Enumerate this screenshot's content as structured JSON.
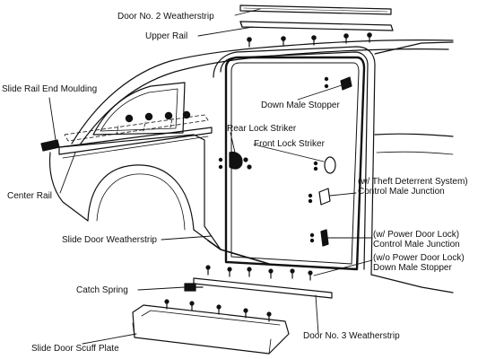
{
  "diagram": {
    "labels": {
      "door_no2_weatherstrip": "Door No. 2 Weatherstrip",
      "upper_rail": "Upper Rail",
      "slide_rail_end_moulding": "Slide Rail End Moulding",
      "down_male_stopper": "Down Male Stopper",
      "rear_lock_striker": "Rear Lock Striker",
      "front_lock_striker": "Front Lock Striker",
      "center_rail": "Center Rail",
      "theft_deterrent_line1": "(w/ Theft Deterrent System)",
      "theft_deterrent_line2": "Control Male Junction",
      "power_door_lock_line1": "(w/ Power Door Lock)",
      "power_door_lock_line2": "Control Male Junction",
      "wo_power_door_lock_line1": "(w/o Power Door Lock)",
      "wo_power_door_lock_line2": "Down Male Stopper",
      "slide_door_weatherstrip": "Slide Door Weatherstrip",
      "catch_spring": "Catch Spring",
      "door_no3_weatherstrip": "Door No. 3 Weatherstrip",
      "slide_door_scuff_plate": "Slide Door Scuff Plate"
    },
    "colors": {
      "ink": "#111111",
      "background": "#ffffff"
    }
  }
}
